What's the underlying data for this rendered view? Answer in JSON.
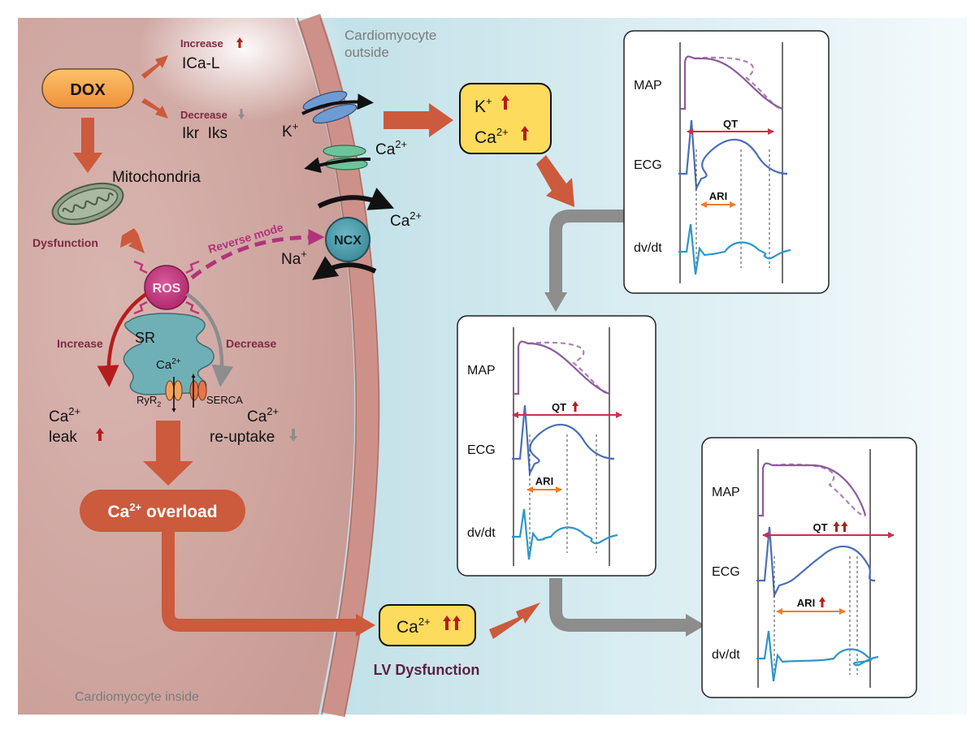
{
  "regions": {
    "outside": "Cardiomyocyte\noutside",
    "inside": "Cardiomyocyte inside"
  },
  "dox": "DOX",
  "ica": {
    "tag": "Increase",
    "name": "ICa-L"
  },
  "ikr": {
    "tag": "Decrease",
    "name": "Ikr  Iks"
  },
  "mito": {
    "label": "Mitochondria",
    "dysfunction": "Dysfunction"
  },
  "ros": {
    "label": "ROS",
    "reverse_mode": "Reverse mode",
    "increase": "Increase",
    "decrease": "Decrease"
  },
  "sr": {
    "label": "SR",
    "ca": "Ca",
    "ca_sup": "2+",
    "ryr": "RyR",
    "ryr_sub": "2",
    "serca": "SERCA"
  },
  "leak": {
    "ca": "Ca",
    "sup": "2+",
    "word": "leak"
  },
  "reuptake": {
    "ca": "Ca",
    "sup": "2+",
    "word": "re-uptake"
  },
  "overload": {
    "ca": "Ca",
    "sup": "2+",
    "word": " overload"
  },
  "channels": {
    "k": {
      "ion": "K",
      "sup": "+"
    },
    "ca1": {
      "ion": "Ca",
      "sup": "2+"
    },
    "ncx": "NCX",
    "ca2": {
      "ion": "Ca",
      "sup": "2+"
    },
    "na": {
      "ion": "Na",
      "sup": "+"
    }
  },
  "box_k_ca": {
    "k": "K",
    "k_sup": "+",
    "ca": "Ca",
    "ca_sup": "2+"
  },
  "box_ca2": {
    "ca": "Ca",
    "sup": "2+"
  },
  "lv": "LV Dysfunction",
  "panels": [
    {
      "map": "MAP",
      "ecg": "ECG",
      "dvdt": "dv/dt",
      "qt": "QT",
      "ari": "ARI",
      "qt_arrows": 0,
      "ari_arrows": 0
    },
    {
      "map": "MAP",
      "ecg": "ECG",
      "dvdt": "dv/dt",
      "qt": "QT",
      "ari": "ARI",
      "qt_arrows": 1,
      "ari_arrows": 0
    },
    {
      "map": "MAP",
      "ecg": "ECG",
      "dvdt": "dv/dt",
      "qt": "QT",
      "ari": "ARI",
      "qt_arrows": 2,
      "ari_arrows": 1
    }
  ],
  "colors": {
    "inside": "#d8b1ad",
    "outside": "#bcdde5",
    "membrane": "#cd9189",
    "arrow": "#cc5a3c",
    "gray": "#8d8d8d",
    "up": "#b71c1c",
    "ros": "#c2347a",
    "sr": "#6fb0b7",
    "yellow": "#fddb5c",
    "map": "#8d5a9c",
    "ecg": "#4b6fb6",
    "dvdt": "#2e96c8",
    "qt": "#cc2f47",
    "ari": "#ef7d23"
  }
}
